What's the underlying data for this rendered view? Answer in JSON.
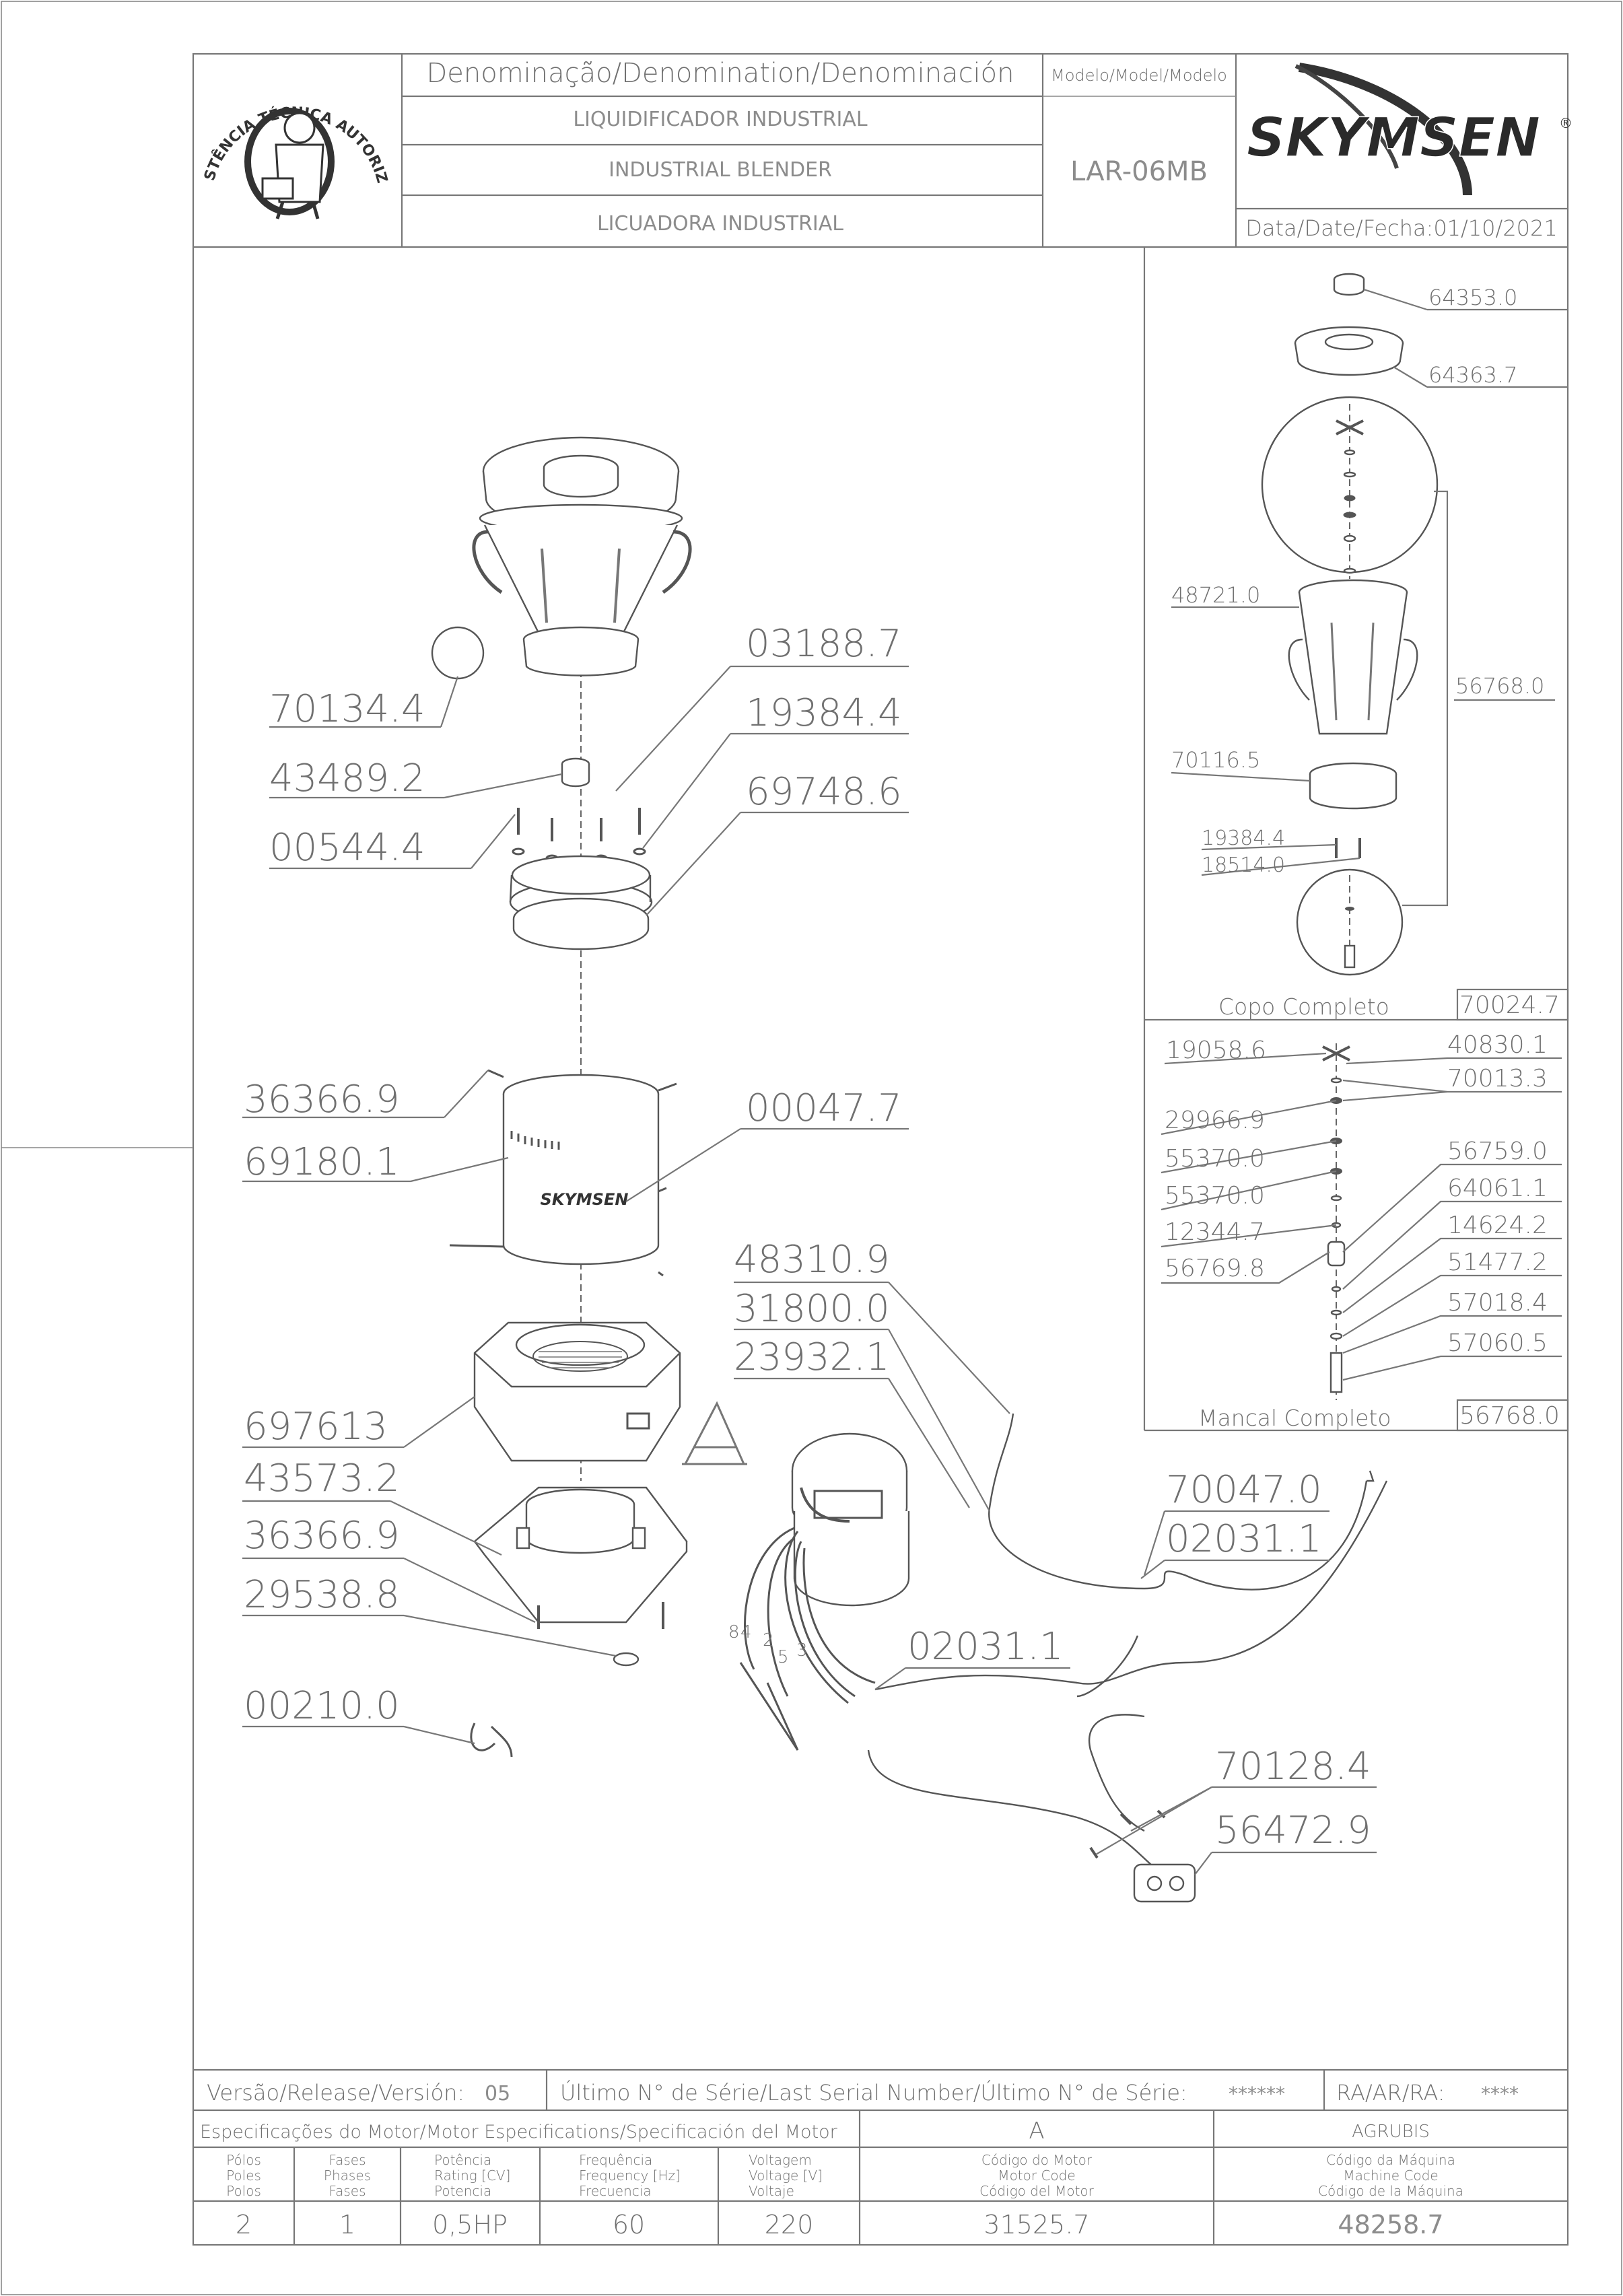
{
  "title_block": {
    "denomination_header": "Denominação/Denomination/Denominación",
    "name_pt": "LIQUIDIFICADOR INDUSTRIAL",
    "name_en": "INDUSTRIAL BLENDER",
    "name_es": "LICUADORA INDUSTRIAL",
    "model_header": "Modelo/Model/Modelo",
    "model_value": "LAR-06MB",
    "brand": "SKYMSEN",
    "date": "Data/Date/Fecha:01/10/2021",
    "seal_text_top": "ASSISTÊNCIA TÉCNICA AUTORIZADA"
  },
  "main_labels": [
    "70134.4",
    "43489.2",
    "00544.4",
    "03188.7",
    "19384.4",
    "69748.6",
    "36366.9",
    "69180.1",
    "00047.7",
    "697613",
    "43573.2",
    "36366.9",
    "29538.8",
    "00210.0",
    "48310.9",
    "31800.0",
    "23932.1",
    "70047.0",
    "02031.1",
    "02031.1",
    "70128.4",
    "56472.9"
  ],
  "section_letter": "A",
  "wire_numbers": [
    "8",
    "4",
    "2",
    "5",
    "3"
  ],
  "housing_logo": "SKYMSEN",
  "copo": {
    "labels": [
      "64353.0",
      "64363.7",
      "48721.0",
      "56768.0",
      "70116.5",
      "19384.4",
      "18514.0"
    ],
    "caption": "Copo Completo",
    "code": "70024.7"
  },
  "mancal": {
    "labels_left": [
      "19058.6",
      "29966.9",
      "55370.0",
      "55370.0",
      "12344.7",
      "56769.8"
    ],
    "labels_right": [
      "40830.1",
      "70013.3",
      "56759.0",
      "64061.1",
      "14624.2",
      "51477.2",
      "57018.4",
      "57060.5"
    ],
    "caption": "Mancal Completo",
    "code": "56768.0"
  },
  "footer": {
    "release_label": "Versão/Release/Versión:",
    "release_value": "05",
    "serial_label": "Último N° de Série/Last Serial Number/Último N° de Série:",
    "serial_value": "******",
    "ra_label": "RA/AR/RA:",
    "ra_value": "****",
    "motor_spec_label": "Especificações do Motor/Motor Especifications/Specificación del Motor",
    "motor_letter": "A",
    "agrubis": "AGRUBIS",
    "col_polos": [
      "Pólos",
      "Poles",
      "Polos"
    ],
    "col_fases": [
      "Fases",
      "Phases",
      "Fases"
    ],
    "col_potencia": [
      "Potência",
      "Rating [CV]",
      "Potencia"
    ],
    "col_freq": [
      "Frequência",
      "Frequency [Hz]",
      "Frecuencia"
    ],
    "col_volt": [
      "Voltagem",
      "Voltage [V]",
      "Voltaje"
    ],
    "col_motor_code": [
      "Código do Motor",
      "Motor Code",
      "Código del Motor"
    ],
    "col_machine_code": [
      "Código da Máquina",
      "Machine Code",
      "Código de la Máquina"
    ],
    "polos": "2",
    "fases": "1",
    "potencia": "0,5HP",
    "frequencia": "60",
    "voltagem": "220",
    "motor_code": "31525.7",
    "machine_code": "48258.7"
  }
}
